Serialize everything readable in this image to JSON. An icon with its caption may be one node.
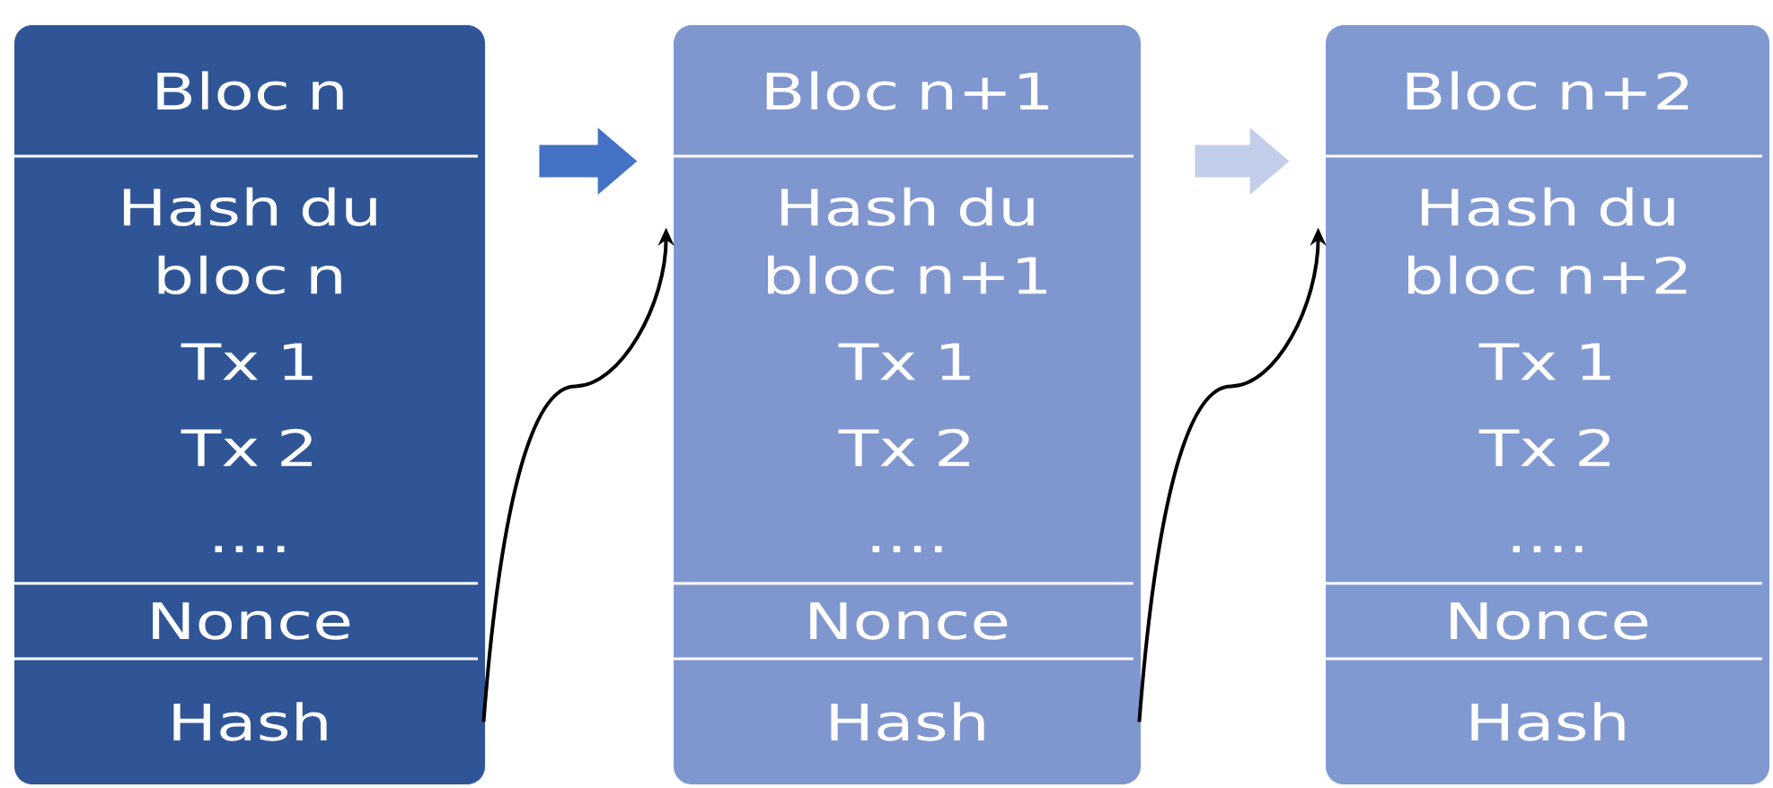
{
  "diagram": {
    "nodes": [
      {
        "text": [],
        "shape": "box"
      },
      {
        "text": [
          "Bloc n"
        ],
        "in": 0
      },
      {
        "text": [
          "Hash du bloc n",
          "Tx 1",
          "Tx 2",
          "...."
        ],
        "in": 0
      },
      {
        "text": [
          "Nonce"
        ],
        "in": 0
      },
      {
        "text": [
          "Hash"
        ],
        "in": 0
      },
      {
        "text": [],
        "shape": "box"
      },
      {
        "text": [
          "Bloc n+1"
        ],
        "in": 5
      },
      {
        "text": [
          "Hash du bloc n+1",
          "Tx 1",
          "Tx 2",
          "...."
        ],
        "in": 5
      },
      {
        "text": [
          "Nonce"
        ],
        "in": 5
      },
      {
        "text": [
          "Hash"
        ],
        "in": 5
      },
      {
        "text": [],
        "shape": "box"
      },
      {
        "text": [
          "Bloc n+2"
        ],
        "in": 10
      },
      {
        "text": [
          "Hash du bloc n+2",
          "Tx 1",
          "Tx 2",
          "...."
        ],
        "in": 10
      },
      {
        "text": [
          "Nonce"
        ],
        "in": 10
      },
      {
        "text": [
          "Hash"
        ],
        "in": 10
      }
    ],
    "edges": [
      {
        "from": 0,
        "to": 5,
        "arrow": "to",
        "style": "thick",
        "color": "#4472c4"
      },
      {
        "from": 5,
        "to": 10,
        "arrow": "to",
        "style": "thick",
        "color": "#c3cfea"
      },
      {
        "from": 0,
        "to": 7,
        "arrow": "to"
      },
      {
        "from": 5,
        "to": 12,
        "arrow": "to"
      }
    ]
  }
}
